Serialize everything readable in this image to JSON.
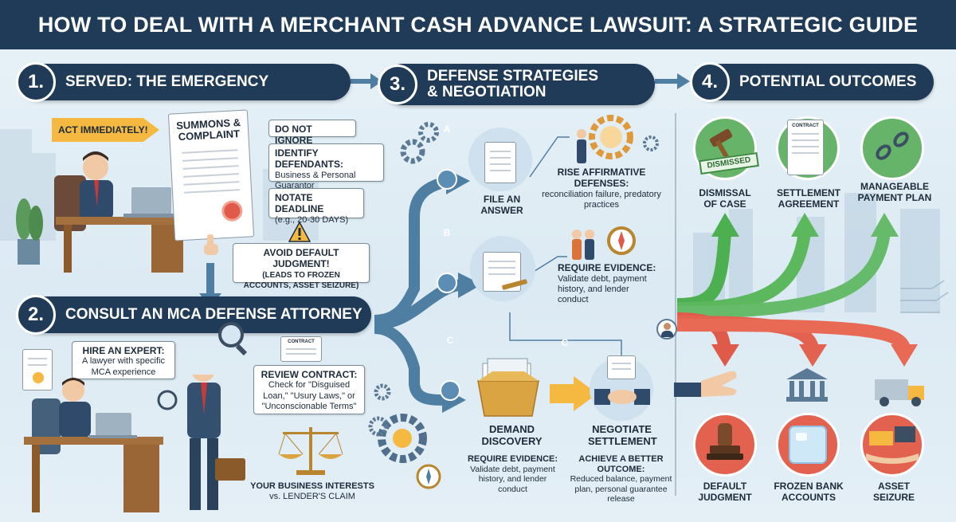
{
  "title": "HOW TO DEAL WITH A MERCHANT CASH ADVANCE LAWSUIT: A STRATEGIC GUIDE",
  "sections": {
    "s1": {
      "num": "1.",
      "title": "SERVED: THE EMERGENCY"
    },
    "s2": {
      "num": "2.",
      "title": "CONSULT AN MCA DEFENSE ATTORNEY"
    },
    "s3": {
      "num": "3.",
      "title_line1": "DEFENSE STRATEGIES",
      "title_line2": "& NEGOTIATION"
    },
    "s4": {
      "num": "4.",
      "title": "POTENTIAL OUTCOMES"
    }
  },
  "served": {
    "act_immediately": "ACT IMMEDIATELY!",
    "summons_line1": "SUMMONS &",
    "summons_line2": "COMPLAINT",
    "do_not_ignore": "DO NOT IGNORE",
    "identify_title": "IDENTIFY DEFENDANTS:",
    "identify_body": "Business & Personal Guarantor",
    "notate_title": "NOTATE DEADLINE",
    "notate_body": "(e.g., 20-30 DAYS)",
    "avoid_title": "AVOID DEFAULT JUDGMENT!",
    "avoid_body": "(LEADS TO FROZEN ACCOUNTS, ASSET SEIZURE)"
  },
  "consult": {
    "hire_title": "HIRE AN EXPERT:",
    "hire_body": "A lawyer with specific MCA experience",
    "contract_doc": "CONTRACT",
    "review_title": "REVIEW CONTRACT:",
    "review_body": "Check for \"Disguised Loan,\" \"Usury Laws,\" or \"Unconscionable Terms\"",
    "interests_line1": "YOUR BUSINESS INTERESTS",
    "interests_line2": "vs. LENDER'S CLAIM"
  },
  "strategies": {
    "path_a": "A",
    "path_b": "B",
    "path_c": "C",
    "path_c2": "C",
    "file_answer_line1": "FILE AN",
    "file_answer_line2": "ANSWER",
    "rise_title": "RISE AFFIRMATIVE DEFENSES:",
    "rise_body": "reconciliation failure, predatory practices",
    "require_title": "REQUIRE EVIDENCE:",
    "require_body": "Validate debt, payment history, and lender conduct",
    "demand_line1": "DEMAND",
    "demand_line2": "DISCOVERY",
    "demand_sub_title": "REQUIRE EVIDENCE:",
    "demand_sub_body": "Validate debt, payment history, and lender conduct",
    "negotiate_line1": "NEGOTIATE",
    "negotiate_line2": "SETTLEMENT",
    "achieve_title": "ACHIEVE A BETTER OUTCOME:",
    "achieve_body": "Reduced balance, payment plan, personal guarantee release"
  },
  "outcomes": {
    "dismissed_stamp": "DISMISSED",
    "contract_doc": "CONTRACT",
    "good": [
      {
        "line1": "DISMISSAL",
        "line2": "OF CASE"
      },
      {
        "line1": "SETTLEMENT",
        "line2": "AGREEMENT"
      },
      {
        "line1": "MANAGEABLE",
        "line2": "PAYMENT PLAN"
      }
    ],
    "bad": [
      {
        "line1": "DEFAULT",
        "line2": "JUDGMENT"
      },
      {
        "line1": "FROZEN BANK",
        "line2": "ACCOUNTS"
      },
      {
        "line1": "ASSET",
        "line2": "SEIZURE"
      }
    ]
  },
  "colors": {
    "navy": "#1f3b57",
    "green": "#4caf50",
    "red": "#e05a4a",
    "orange": "#f5b942",
    "steel": "#4f7ea3"
  }
}
